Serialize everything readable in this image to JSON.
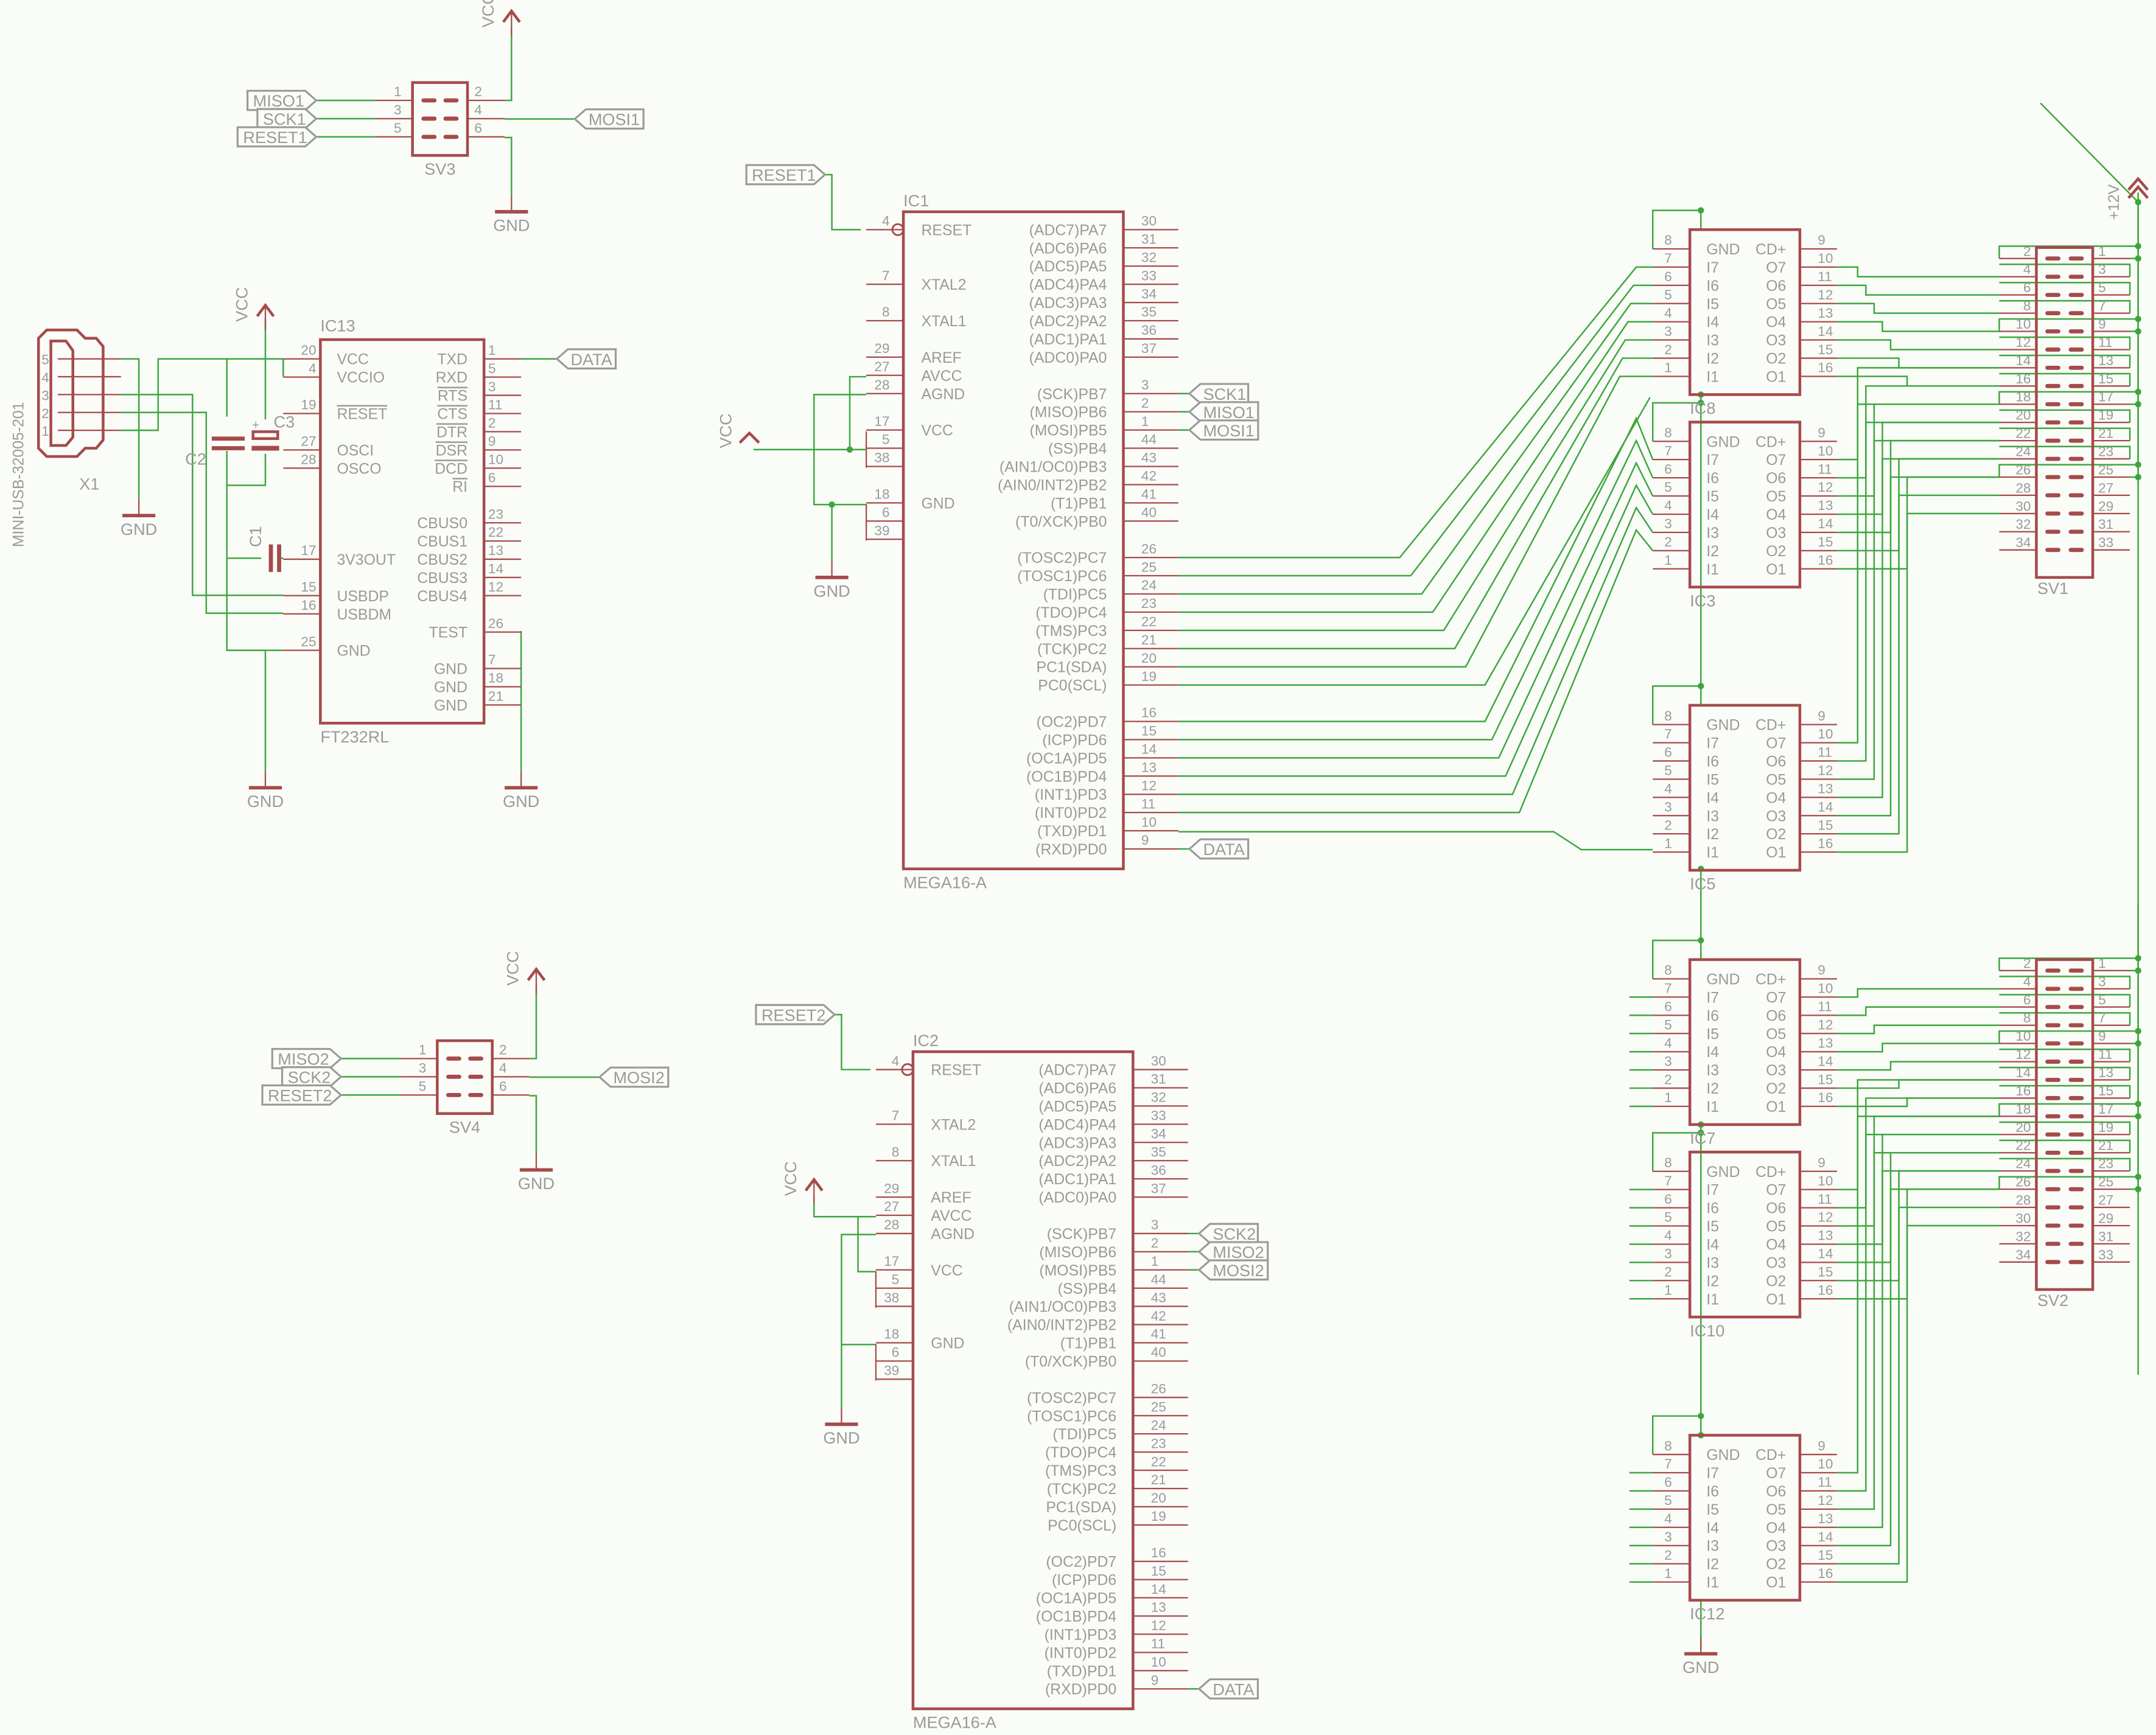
{
  "colors": {
    "part": "#a54b4b",
    "wire": "#3ea63e",
    "text": "#9a9a9a",
    "background": "#fafcf8"
  },
  "supplies": {
    "vcc": "VCC",
    "gnd": "GND",
    "v12": "+12V"
  },
  "headers_small": [
    {
      "name": "SV3",
      "pins_left": [
        "1",
        "3",
        "5"
      ],
      "pins_right": [
        "2",
        "4",
        "6"
      ],
      "labels_left": [
        "MISO1",
        "SCK1",
        "RESET1"
      ],
      "label_right": "MOSI1"
    },
    {
      "name": "SV4",
      "pins_left": [
        "1",
        "3",
        "5"
      ],
      "pins_right": [
        "2",
        "4",
        "6"
      ],
      "labels_left": [
        "MISO2",
        "SCK2",
        "RESET2"
      ],
      "label_right": "MOSI2"
    }
  ],
  "usb": {
    "name": "X1",
    "value": "MINI-USB-32005-201",
    "pins": [
      "5",
      "4",
      "3",
      "2",
      "1"
    ]
  },
  "caps": [
    {
      "name": "C1"
    },
    {
      "name": "C2"
    },
    {
      "name": "C3",
      "polarity": "+"
    }
  ],
  "ft232": {
    "name": "IC13",
    "value": "FT232RL",
    "left": [
      [
        "20",
        "VCC"
      ],
      [
        "4",
        "VCCIO"
      ],
      [
        "19",
        "RESET"
      ],
      [
        "27",
        "OSCI"
      ],
      [
        "28",
        "OSCO"
      ],
      [
        "17",
        "3V3OUT"
      ],
      [
        "15",
        "USBDP"
      ],
      [
        "16",
        "USBDM"
      ],
      [
        "25",
        "GND"
      ]
    ],
    "right": [
      [
        "1",
        "TXD"
      ],
      [
        "5",
        "RXD"
      ],
      [
        "3",
        "RTS"
      ],
      [
        "11",
        "CTS"
      ],
      [
        "2",
        "DTR"
      ],
      [
        "9",
        "DSR"
      ],
      [
        "10",
        "DCD"
      ],
      [
        "6",
        "RI"
      ],
      [
        "23",
        "CBUS0"
      ],
      [
        "22",
        "CBUS1"
      ],
      [
        "13",
        "CBUS2"
      ],
      [
        "14",
        "CBUS3"
      ],
      [
        "12",
        "CBUS4"
      ],
      [
        "26",
        "TEST"
      ],
      [
        "7",
        "GND"
      ],
      [
        "18",
        "GND"
      ],
      [
        "21",
        "GND"
      ]
    ],
    "net_label": "DATA"
  },
  "mega": [
    {
      "name": "IC1",
      "value": "MEGA16-A",
      "reset_label": "RESET1",
      "spi_labels": [
        "SCK1",
        "MISO1",
        "MOSI1"
      ],
      "data_label": "DATA"
    },
    {
      "name": "IC2",
      "value": "MEGA16-A",
      "reset_label": "RESET2",
      "spi_labels": [
        "SCK2",
        "MISO2",
        "MOSI2"
      ],
      "data_label": "DATA"
    }
  ],
  "mega_pins": {
    "left": [
      [
        "4",
        "RESET"
      ],
      [
        "7",
        "XTAL2"
      ],
      [
        "8",
        "XTAL1"
      ],
      [
        "29",
        "AREF"
      ],
      [
        "27",
        "AVCC"
      ],
      [
        "28",
        "AGND"
      ],
      [
        "17",
        "VCC"
      ],
      [
        "5",
        ""
      ],
      [
        "38",
        ""
      ],
      [
        "18",
        "GND"
      ],
      [
        "6",
        ""
      ],
      [
        "39",
        ""
      ]
    ],
    "right": [
      [
        "30",
        "(ADC7)PA7"
      ],
      [
        "31",
        "(ADC6)PA6"
      ],
      [
        "32",
        "(ADC5)PA5"
      ],
      [
        "33",
        "(ADC4)PA4"
      ],
      [
        "34",
        "(ADC3)PA3"
      ],
      [
        "35",
        "(ADC2)PA2"
      ],
      [
        "36",
        "(ADC1)PA1"
      ],
      [
        "37",
        "(ADC0)PA0"
      ],
      [
        "3",
        "(SCK)PB7"
      ],
      [
        "2",
        "(MISO)PB6"
      ],
      [
        "1",
        "(MOSI)PB5"
      ],
      [
        "44",
        "(SS)PB4"
      ],
      [
        "43",
        "(AIN1/OC0)PB3"
      ],
      [
        "42",
        "(AIN0/INT2)PB2"
      ],
      [
        "41",
        "(T1)PB1"
      ],
      [
        "40",
        "(T0/XCK)PB0"
      ],
      [
        "26",
        "(TOSC2)PC7"
      ],
      [
        "25",
        "(TOSC1)PC6"
      ],
      [
        "24",
        "(TDI)PC5"
      ],
      [
        "23",
        "(TDO)PC4"
      ],
      [
        "22",
        "(TMS)PC3"
      ],
      [
        "21",
        "(TCK)PC2"
      ],
      [
        "20",
        "PC1(SDA)"
      ],
      [
        "19",
        "PC0(SCL)"
      ],
      [
        "16",
        "(OC2)PD7"
      ],
      [
        "15",
        "(ICP)PD6"
      ],
      [
        "14",
        "(OC1A)PD5"
      ],
      [
        "13",
        "(OC1B)PD4"
      ],
      [
        "12",
        "(INT1)PD3"
      ],
      [
        "11",
        "(INT0)PD2"
      ],
      [
        "10",
        "(TXD)PD1"
      ],
      [
        "9",
        "(RXD)PD0"
      ]
    ]
  },
  "drivers": [
    {
      "name": "IC8"
    },
    {
      "name": "IC3"
    },
    {
      "name": "IC5"
    },
    {
      "name": "IC7"
    },
    {
      "name": "IC10"
    },
    {
      "name": "IC12"
    }
  ],
  "driver_pins": {
    "left": [
      [
        "8",
        "GND"
      ],
      [
        "7",
        "I7"
      ],
      [
        "6",
        "I6"
      ],
      [
        "5",
        "I5"
      ],
      [
        "4",
        "I4"
      ],
      [
        "3",
        "I3"
      ],
      [
        "2",
        "I2"
      ],
      [
        "1",
        "I1"
      ]
    ],
    "right": [
      [
        "9",
        "CD+"
      ],
      [
        "10",
        "O7"
      ],
      [
        "11",
        "O6"
      ],
      [
        "12",
        "O5"
      ],
      [
        "13",
        "O4"
      ],
      [
        "14",
        "O3"
      ],
      [
        "15",
        "O2"
      ],
      [
        "16",
        "O1"
      ]
    ]
  },
  "headers_large": [
    {
      "name": "SV1"
    },
    {
      "name": "SV2"
    }
  ]
}
